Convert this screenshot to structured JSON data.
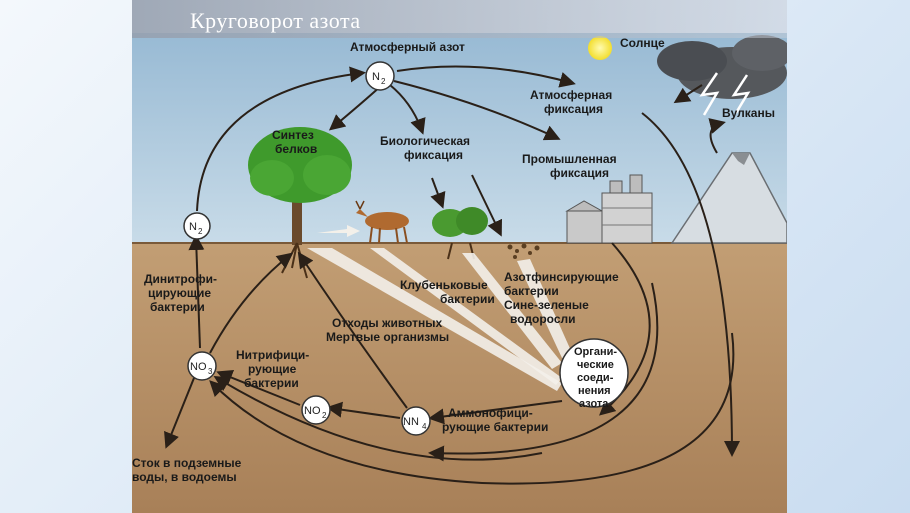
{
  "slide": {
    "title": "Круговорот азота"
  },
  "labels": {
    "atmospheric_nitrogen": "Атмосферный азот",
    "sun": "Солнце",
    "atmospheric_fixation_line1": "Атмосферная",
    "atmospheric_fixation_line2": "фиксация",
    "volcanoes": "Вулканы",
    "protein_synthesis_line1": "Синтез",
    "protein_synthesis_line2": "белков",
    "biological_fixation_line1": "Биологическая",
    "biological_fixation_line2": "фиксация",
    "industrial_fixation_line1": "Промышленная",
    "industrial_fixation_line2": "фиксация",
    "denitrifying_line1": "Динитрофи-",
    "denitrifying_line2": "цирующие",
    "denitrifying_line3": "бактерии",
    "nodule_bacteria_line1": "Клубеньковые",
    "nodule_bacteria_line2": "бактерии",
    "nitrogen_fixing_line1": "Азотфинсирующие",
    "nitrogen_fixing_line2": "бактерии",
    "nitrogen_fixing_line3": "Сине-зеленые",
    "nitrogen_fixing_line4": "водоросли",
    "animal_waste_line1": "Отходы животных",
    "animal_waste_line2": "Мертвые организмы",
    "nitrifying_line1": "Нитрифици-",
    "nitrifying_line2": "рующие",
    "nitrifying_line3": "бактерии",
    "organic_line1": "Органи-",
    "organic_line2": "ческие",
    "organic_line3": "соеди-",
    "organic_line4": "нения",
    "organic_line5": "азота",
    "ammonifying_line1": "Аммонофици-",
    "ammonifying_line2": "рующие бактерии",
    "runoff_line1": "Сток в подземные",
    "runoff_line2": "воды, в водоемы"
  },
  "molecules": {
    "n2_top": "N",
    "n2_top_sub": "2",
    "n2_left": "N",
    "n2_left_sub": "2",
    "no3": "NO",
    "no3_sub": "3",
    "no2": "NO",
    "no2_sub": "2",
    "nh4": "NN",
    "nh4_sub": "4"
  },
  "colors": {
    "sky": "#aac6dc",
    "soil": "#b9946a",
    "tree": "#3f9a2c",
    "sun": "#f7e84a",
    "cloud": "#55585c"
  }
}
